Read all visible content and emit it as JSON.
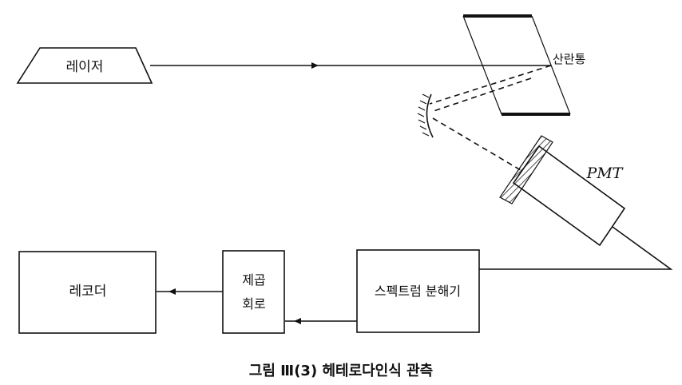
{
  "labels": {
    "laser": "레이저",
    "scattering_cell": "산란통",
    "pmt": "PMT",
    "recorder": "레코더",
    "multiplier_line1": "제곱",
    "multiplier_line2": "회로",
    "spectrum_analyzer": "스펙트럼 분해기"
  },
  "caption": "그림 Ⅲ(3)  헤테로다인식 관측"
}
